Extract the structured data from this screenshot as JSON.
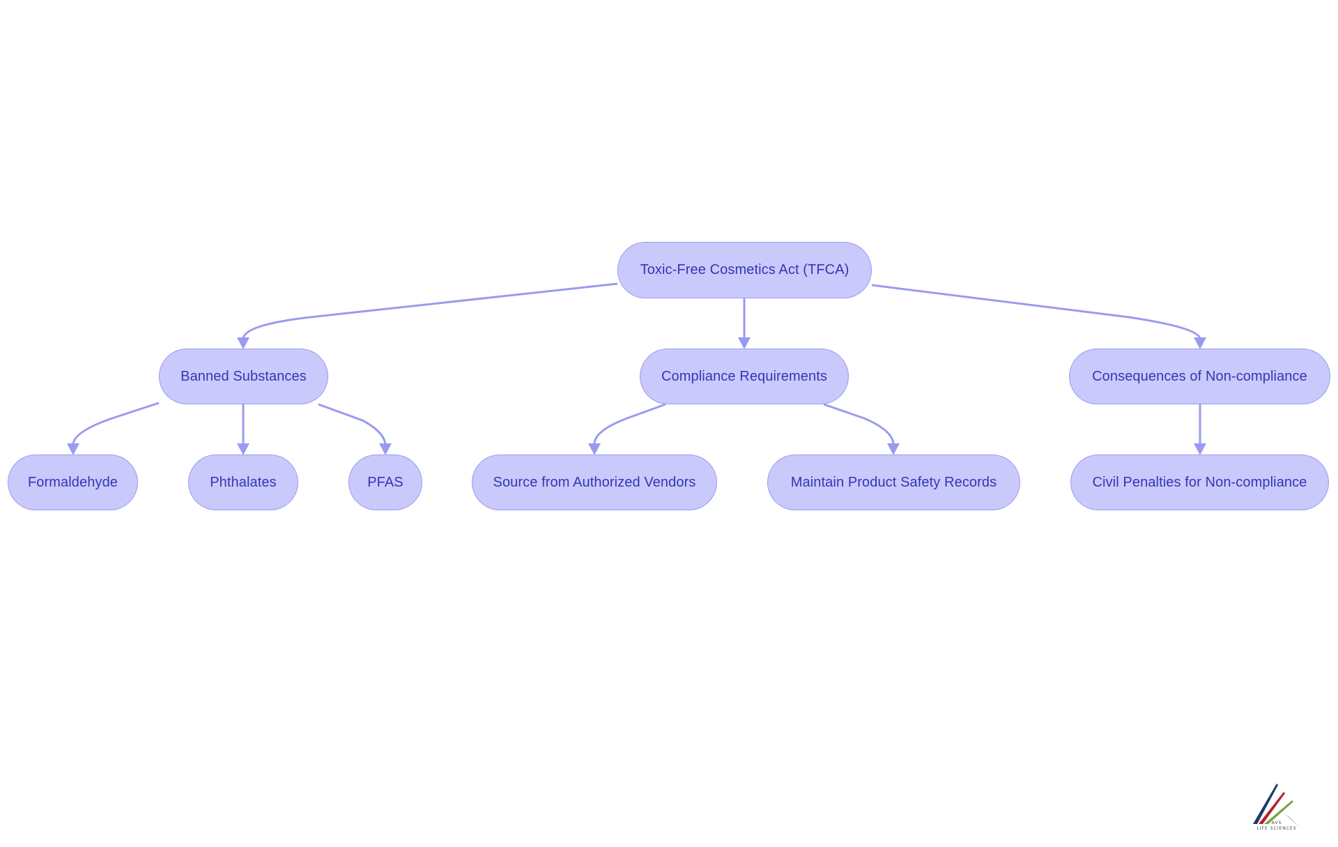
{
  "diagram": {
    "root": {
      "label": "Toxic-Free Cosmetics Act (TFCA)"
    },
    "branches": [
      {
        "label": "Banned Substances",
        "children": [
          "Formaldehyde",
          "Phthalates",
          "PFAS"
        ]
      },
      {
        "label": "Compliance Requirements",
        "children": [
          "Source from Authorized Vendors",
          "Maintain Product Safety Records"
        ]
      },
      {
        "label": "Consequences of Non-compliance",
        "children": [
          "Civil Penalties for Non-compliance"
        ]
      }
    ],
    "colors": {
      "node_fill": "#c9c9fc",
      "node_border": "#9a9af0",
      "node_text": "#3535b5",
      "edge": "#9a9af0"
    }
  },
  "logo": {
    "name": "avs-life-sciences-logo",
    "text_top": "AVS",
    "text_bottom": "LIFE SCIENCES",
    "colors": [
      "#1d3a6b",
      "#b3202e",
      "#7aa63a",
      "#5b9bd5"
    ]
  }
}
